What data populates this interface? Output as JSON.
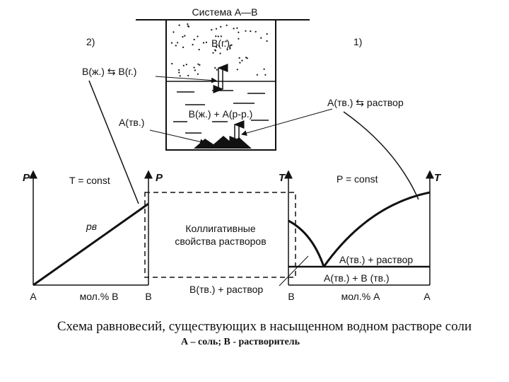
{
  "title": "Система А—В",
  "vessel": {
    "gas_label": "В(г.)",
    "liquid_label": "В(ж.) + А(р-р.)",
    "solid_label": "А(тв.)"
  },
  "left": {
    "number": "2)",
    "equilibrium": "В(ж.) ⇆ В(г.)",
    "condition": "T = const",
    "y_axis": "P",
    "y_axis_right": "P",
    "line_label": "pв",
    "x_left": "А",
    "x_mid": "мол.% В",
    "x_right": "В"
  },
  "center": {
    "box_line1": "Коллигативные",
    "box_line2": "свойства растворов"
  },
  "right": {
    "number": "1)",
    "equilibrium": "А(тв.) ⇆ раствор",
    "condition": "P = const",
    "y_axis_left": "T",
    "y_axis_right": "T",
    "region_upper": "А(тв.) + раствор",
    "region_lower": "А(тв.) + В (тв.)",
    "region_b": "В(тв.) + раствор",
    "x_left": "В",
    "x_mid": "мол.% А",
    "x_right": "А"
  },
  "caption": "Схема равновесий, существующих в насыщенном водном растворе соли",
  "subcaption": "А – соль; В - растворитель"
}
